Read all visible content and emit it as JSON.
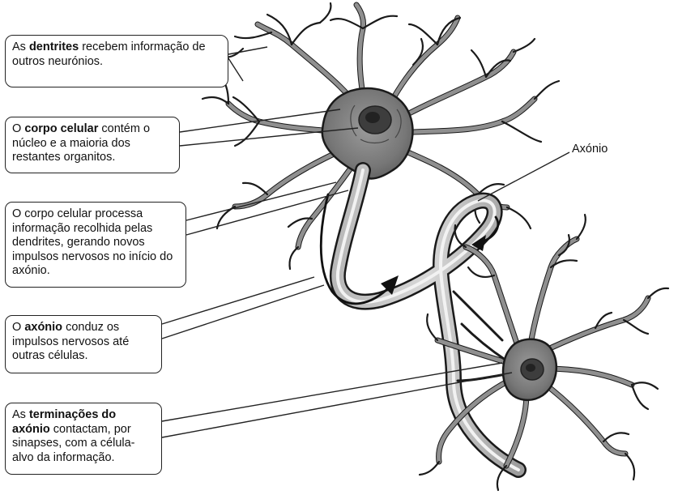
{
  "callouts": [
    {
      "pre": "As ",
      "bold": "dentrites",
      "post": " recebem informação de outros neurónios."
    },
    {
      "pre": "O ",
      "bold": "corpo celular",
      "post": " contém o núcleo e a maioria dos restantes organitos."
    },
    {
      "pre": "",
      "bold": "",
      "post": "O corpo celular processa informação recolhida pelas dendrites, gerando novos impulsos nervosos no início do axónio."
    },
    {
      "pre": "O ",
      "bold": "axónio",
      "post": " conduz os impulsos nervosos até outras células."
    },
    {
      "pre": "As ",
      "bold": "terminações do axónio",
      "post": " contactam, por sinapses, com a célula-alvo da informação."
    }
  ],
  "labels": {
    "axon": "Axónio"
  },
  "colors": {
    "cell_fill": "#8a8a8a",
    "cell_dark": "#5a5a5a",
    "outline": "#1a1a1a",
    "line": "#222222",
    "nucleus": "#3a3a3a"
  }
}
